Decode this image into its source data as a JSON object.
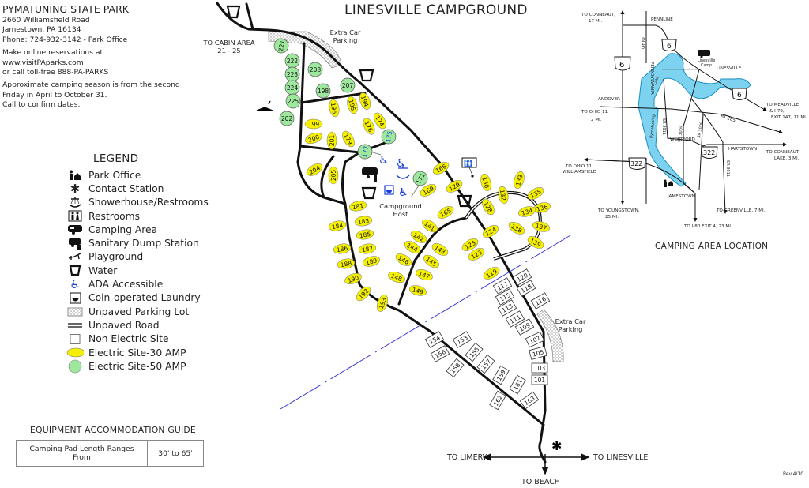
{
  "header": {
    "park_name": "PYMATUNING STATE PARK",
    "address_line1": "2660 Williamsfield Road",
    "address_line2": "Jamestown, PA 16134",
    "phone": "Phone: 724-932-3142 - Park Office",
    "reserve_line1": "Make online reservations at",
    "reserve_link": "www.visitPAparks.com",
    "reserve_line3": "or call toll-free 888-PA-PARKS",
    "season_line1": "Approximate camping season is from the second",
    "season_line2": "Friday in April to October 31.",
    "season_line3": "Call to confirm dates."
  },
  "map_title": "LINESVILLE CAMPGROUND",
  "legend": {
    "title": "LEGEND",
    "items": [
      {
        "label": "Park Office",
        "icon": "park-office-icon"
      },
      {
        "label": "Contact Station",
        "icon": "contact-station-icon"
      },
      {
        "label": "Showerhouse/Restrooms",
        "icon": "showerhouse-icon"
      },
      {
        "label": "Restrooms",
        "icon": "restrooms-icon"
      },
      {
        "label": "Camping Area",
        "icon": "camper-icon"
      },
      {
        "label": "Sanitary Dump Station",
        "icon": "dump-station-icon"
      },
      {
        "label": "Playground",
        "icon": "playground-icon"
      },
      {
        "label": "Water",
        "icon": "water-icon"
      },
      {
        "label": "ADA Accessible",
        "icon": "ada-icon"
      },
      {
        "label": "Coin-operated Laundry",
        "icon": "laundry-icon"
      },
      {
        "label": "Unpaved Parking Lot",
        "icon": "unpaved-parking-icon"
      },
      {
        "label": "Unpaved Road",
        "icon": "unpaved-road-icon"
      },
      {
        "label": "Non Electric Site",
        "icon": "non-electric-site-icon"
      },
      {
        "label": "Electric Site-30 AMP",
        "icon": "electric-30-icon"
      },
      {
        "label": "Electric Site-50 AMP",
        "icon": "electric-50-icon"
      }
    ]
  },
  "guide": {
    "title": "EQUIPMENT ACCOMMODATION GUIDE",
    "row_label": "Camping Pad Length Ranges From",
    "row_value": "30' to 65'"
  },
  "map_labels": {
    "cabin_area": "TO CABIN AREA",
    "cabin_sites": "21 - 25",
    "extra_parking_top_1": "Extra Car",
    "extra_parking_top_2": "Parking",
    "extra_parking_bottom_1": "Extra Car",
    "extra_parking_bottom_2": "Parking",
    "host_1": "Campground",
    "host_2": "Host",
    "to_limery": "TO LIMERY",
    "to_linesville": "TO LINESVILLE",
    "to_beach": "TO BEACH"
  },
  "sites": {
    "electric_50": [
      "221",
      "222",
      "223",
      "224",
      "225",
      "202",
      "208",
      "198",
      "207",
      "175",
      "177",
      "171"
    ],
    "electric_30": [
      "199",
      "200",
      "201",
      "196",
      "195",
      "194",
      "174",
      "176",
      "179",
      "204",
      "205",
      "169",
      "166",
      "129",
      "130",
      "133",
      "135",
      "136",
      "137",
      "139",
      "138",
      "134",
      "132",
      "128",
      "124",
      "125",
      "123",
      "119",
      "165",
      "141",
      "142",
      "144",
      "143",
      "145",
      "146",
      "147",
      "148",
      "149",
      "181",
      "183",
      "184",
      "185",
      "186",
      "187",
      "188",
      "189",
      "190",
      "192",
      "193"
    ],
    "non_electric": [
      "120",
      "117",
      "118",
      "115",
      "116",
      "113",
      "111",
      "109",
      "107",
      "105",
      "103",
      "101",
      "154",
      "153",
      "156",
      "155",
      "158",
      "157",
      "159",
      "161",
      "162",
      "163"
    ]
  },
  "inset": {
    "title": "CAMPING AREA LOCATION",
    "labels": {
      "conneaut": "TO CONNEAUT,",
      "conneaut_mi": "17 MI.",
      "pennline": "PENNLINE",
      "ohio": "OHIO",
      "pennsylvania": "PENNSYLVANIA",
      "linesville_camp_1": "Linesville",
      "linesville_camp_2": "Camp",
      "linesville": "LINESVILLE",
      "andover": "ANDOVER",
      "ohio11": "TO OHIO 11",
      "ohio11_mi": "2 MI.",
      "meadville_1": "TO MEADVILLE",
      "meadville_2": "& I-79,",
      "meadville_3": "EXIT 147, 11 MI.",
      "rt285": "RT 285",
      "westford": "WESTFORD",
      "hartstown": "HARTSTOWN",
      "conneaut_lake_1": "TO CONNEAUT",
      "conneaut_lake_2": "LAKE, 3 MI.",
      "williamsfield_1": "TO OHIO 11",
      "williamsfield_2": "WILLIAMSFIELD",
      "jamestown": "JAMESTOWN",
      "youngstown_1": "TO YOUNGSTOWN,",
      "youngstown_2": "25 MI.",
      "greenville": "TO GREENVILLE, 7 MI.",
      "i80": "TO I-80 EXIT 4, 23 MI.",
      "lake": "Lake",
      "pymatuning": "Pymatuning",
      "sr3011a": "SR 3011",
      "sr3005": "SR 3005",
      "sr3009": "SR 3009",
      "sr3011b": "SR 3011",
      "us6": "6",
      "us322": "322"
    }
  },
  "revision": "Rev.4/10",
  "colors": {
    "electric_30": "#f5ef00",
    "electric_50": "#9ee89e",
    "lake": "#7dd3ef",
    "ada": "#1a3fd6",
    "boundary": "#3b3bd8"
  }
}
